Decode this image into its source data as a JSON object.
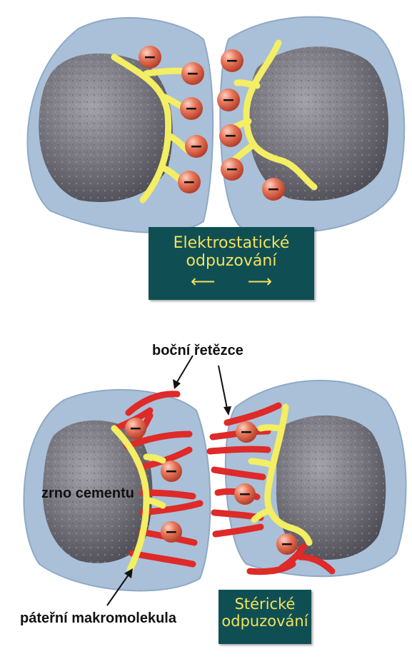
{
  "top": {
    "box": {
      "line1": "Elektrostatické",
      "line2": "odpuzování",
      "arrow_left": "⟵",
      "arrow_right": "⟶"
    }
  },
  "bottom": {
    "label_side_chains": "boční řetězce",
    "label_grain": "zrno cementu",
    "label_backbone": "páteřní makromolekula",
    "box": {
      "line1": "Stérické",
      "line2": "odpuzování"
    }
  },
  "charge_symbol": "−",
  "colors": {
    "shell": "#a9c0d8",
    "shell_edge": "#8fa9c6",
    "grain": "#7d7c86",
    "polymer": "#f3ee63",
    "side_chain": "#de2a28",
    "charge": "#e36a50",
    "box_bg": "#0f4f54",
    "box_text": "#f4e15a"
  }
}
